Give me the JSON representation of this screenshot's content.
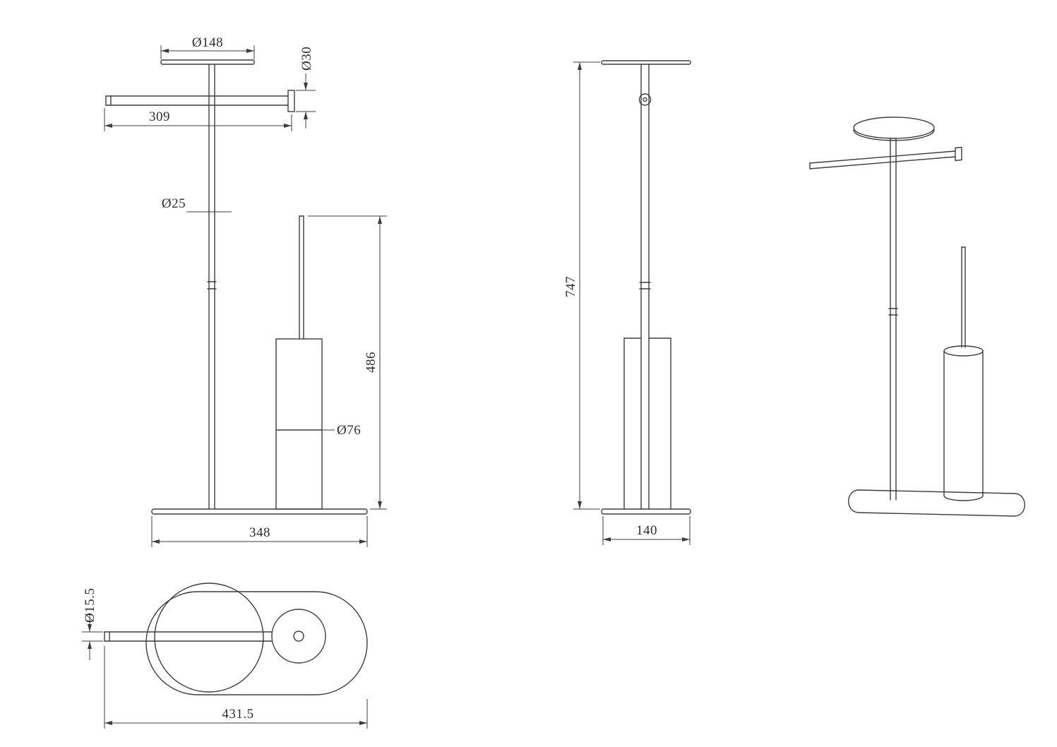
{
  "drawing": {
    "kind": "technical-drawing",
    "subject": "freestanding toilet paper holder with brush",
    "line_color": "#3d3d3d",
    "background": "#ffffff",
    "views": {
      "front": {
        "top_plate_diameter": "Ø148",
        "arm_end_diameter": "Ø30",
        "arm_length": "309",
        "pole_diameter": "Ø25",
        "brush_holder_height": "486",
        "brush_holder_diameter": "Ø76",
        "base_width": "348"
      },
      "side": {
        "overall_height": "747",
        "base_depth": "140"
      },
      "top": {
        "bar_diameter": "Ø15.5",
        "overall_length": "431.5"
      }
    }
  }
}
